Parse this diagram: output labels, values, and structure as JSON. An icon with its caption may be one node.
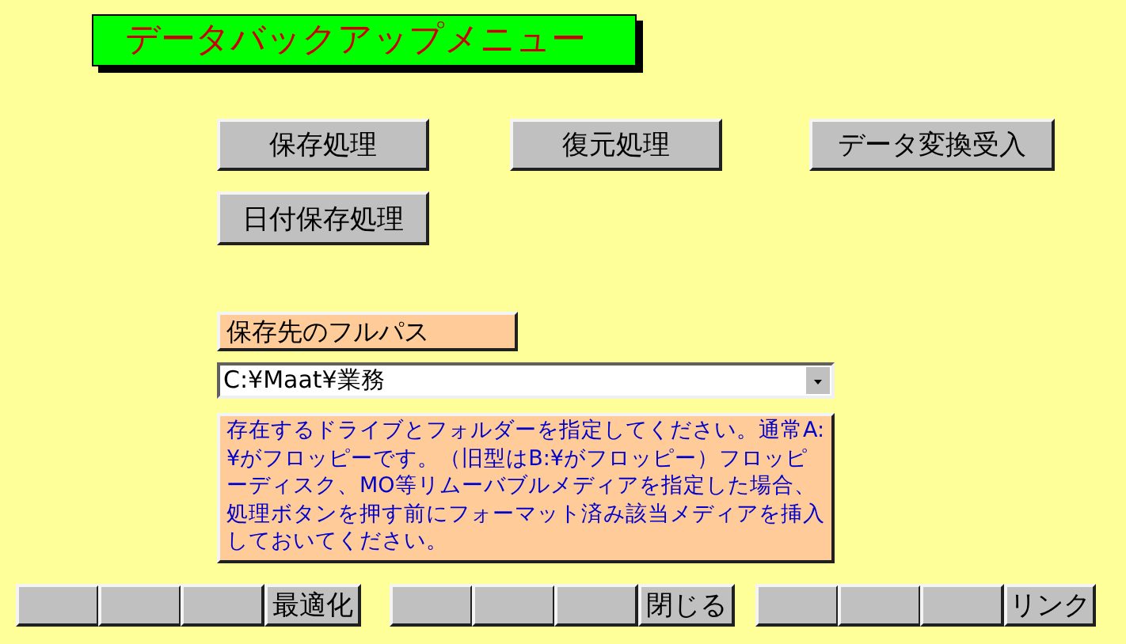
{
  "diagram": {
    "title": "データバックアップメニュー",
    "labels": [
      "保存処理",
      "復元処理",
      "データ変換受入",
      "日付保存処理",
      "保存先のフルパス",
      "C:¥Maat¥業務",
      "存在するドライブとフォルダーを指定してください。通常A:¥がフロッピーです。（旧型はB:¥がフロッピー）フロッピーディスク、MO等リムーバブルメディアを指定した場合、処理ボタンを押す前にフォーマット済み該当メディアを挿入しておいてください。",
      "最適化",
      "閉じる",
      "リンク"
    ]
  }
}
